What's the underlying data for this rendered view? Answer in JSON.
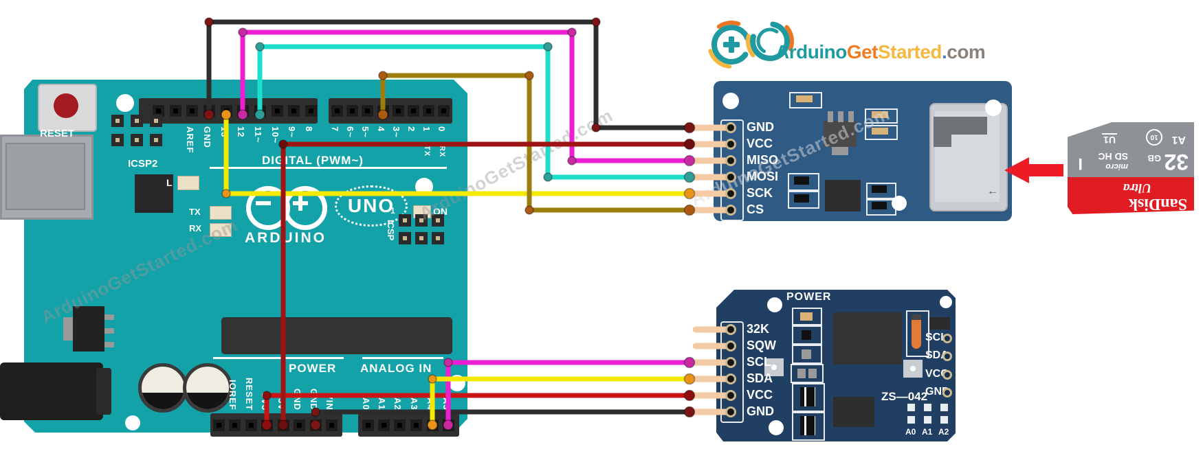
{
  "logo": {
    "arduino": "Arduino",
    "get": "Get",
    "started": "Started",
    "dot": ".",
    "com": "com"
  },
  "watermark_text": "ArduinoGetStarted.com",
  "arduino_board": {
    "reset": "RESET",
    "icsp2": "ICSP2",
    "icsp": "ICSP",
    "icsp_pin1": "1",
    "digital_caption": "DIGITAL (PWM~)",
    "brand": "ARDUINO",
    "model": "UNO",
    "led_l": "L",
    "led_tx": "TX",
    "led_rx": "RX",
    "led_on": "ON",
    "serial_tx": "TX",
    "serial_rx": "RX",
    "digital_header_a": [
      "AREF",
      "GND",
      "13",
      "12",
      "11",
      "10",
      "9",
      "8"
    ],
    "digital_header_b": [
      "7",
      "6",
      "5",
      "4",
      "3",
      "2",
      "1",
      "0"
    ],
    "pwm_mark": "~",
    "power_caption": "POWER",
    "power_pins": [
      "IOREF",
      "RESET",
      "3V3",
      "5V",
      "GND",
      "GND",
      "VIN"
    ],
    "analog_caption": "ANALOG IN",
    "analog_pins": [
      "A0",
      "A1",
      "A2",
      "A3",
      "A4",
      "A5"
    ]
  },
  "sd_module": {
    "pins": [
      "GND",
      "VCC",
      "MISO",
      "MOSI",
      "SCK",
      "CS"
    ]
  },
  "rtc_module": {
    "caption": "POWER",
    "model": "ZS—042",
    "left_pins": [
      "32K",
      "SQW",
      "SCL",
      "SDA",
      "VCC",
      "GND"
    ],
    "right_pins": [
      "SCL",
      "SDA",
      "VCC",
      "GND"
    ],
    "address_pads": [
      "A0",
      "A1",
      "A2"
    ]
  },
  "sd_card": {
    "brand": "SanDisk",
    "series": "Ultra",
    "capacity": "32",
    "unit": "GB",
    "rating": "A1",
    "speed_class": "10",
    "micro": "micro",
    "type": "SD HC",
    "bus": "I",
    "uhs": "U1"
  },
  "wires": [
    {
      "id": "sck",
      "color": "#F4EA00",
      "dot": "#E8941A",
      "from": "UNO pin 13",
      "to": "SD SCK"
    },
    {
      "id": "cs",
      "color": "#9C7E0E",
      "dot": "#AA5A12",
      "from": "UNO pin 4",
      "to": "SD CS"
    },
    {
      "id": "mosi",
      "color": "#1CDECB",
      "dot": "#2E9E96",
      "from": "UNO pin 11",
      "to": "SD MOSI"
    },
    {
      "id": "miso",
      "color": "#EC1FD2",
      "dot": "#C82AA2",
      "from": "UNO pin 12",
      "to": "SD MISO"
    },
    {
      "id": "gnd-sd",
      "color": "#2D2D2D",
      "dot": "#7A1616",
      "from": "UNO GND",
      "to": "SD GND"
    },
    {
      "id": "gnd-rtc",
      "color": "#2D2D2D",
      "dot": "#7A1616",
      "from": "UNO GND",
      "to": "RTC GND"
    },
    {
      "id": "vcc-rtc",
      "color": "#C81414",
      "dot": "#8E0F0F",
      "from": "UNO 3V3",
      "to": "RTC VCC"
    },
    {
      "id": "scl",
      "color": "#EC1FD2",
      "dot": "#C82AA2",
      "from": "UNO A5",
      "to": "RTC SCL"
    },
    {
      "id": "sda",
      "color": "#F4EA00",
      "dot": "#E8941A",
      "from": "UNO A4",
      "to": "RTC SDA"
    },
    {
      "id": "vcc-sd",
      "color": "#9E1313",
      "dot": "#6E0D0D",
      "from": "UNO 5V",
      "to": "SD VCC"
    }
  ],
  "colors": {
    "board_teal": "#14A2A9",
    "sd_module_blue": "#2F5A84",
    "rtc_module_blue": "#203F63",
    "pin_stub": "#F5CBA5",
    "card_red": "#E01B22",
    "card_gray": "#8E9196",
    "arrow_red": "#ED1C24"
  }
}
